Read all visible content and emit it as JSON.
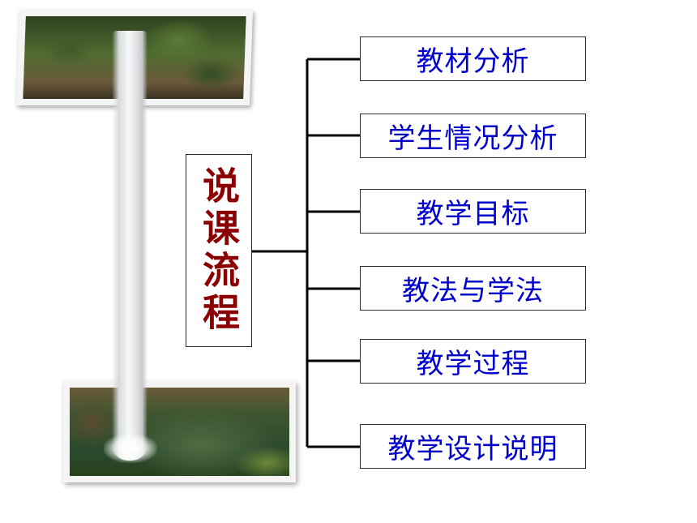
{
  "diagram": {
    "title": "说课流程",
    "items": [
      {
        "label": "教材分析"
      },
      {
        "label": "学生情况分析"
      },
      {
        "label": "教学目标"
      },
      {
        "label": "教法与学法"
      },
      {
        "label": "教学过程"
      },
      {
        "label": "教学设计说明"
      }
    ]
  },
  "colors": {
    "title_text": "#8b0000",
    "item_text": "#0000cc",
    "line": "#000000"
  },
  "images": {
    "top_photo": "waterfall-cliff-photo",
    "bottom_photo": "waterfall-pool-photo"
  }
}
